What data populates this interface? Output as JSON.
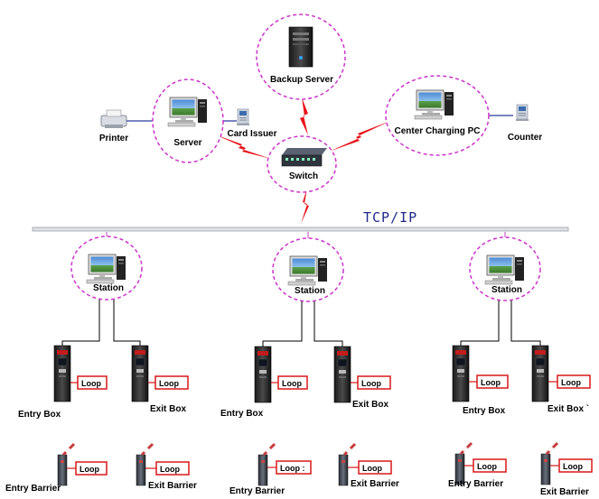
{
  "nodes": {
    "backup_server": "Backup Server",
    "server": "Server",
    "printer": "Printer",
    "card_issuer": "Card Issuer",
    "switch": "Switch",
    "center_pc": "Center Charging PC",
    "counter": "Counter"
  },
  "network_label": "TCP/IP",
  "stations": [
    {
      "label": "Station",
      "entry_box": "Entry Box",
      "exit_box": "Exit Box",
      "entry_barrier": "Entry Barrier",
      "exit_barrier": "Exit Barrier",
      "loops": [
        "Loop",
        "Loop",
        "Loop",
        "Loop"
      ]
    },
    {
      "label": "Station",
      "entry_box": "Entry Box",
      "exit_box": "Exit Box",
      "entry_barrier": "Entry Barrier",
      "exit_barrier": "Exit Barrier",
      "loops": [
        "Loop",
        "Loop",
        "Loop :",
        "Loop"
      ]
    },
    {
      "label": "Station",
      "entry_box": "Entry Box",
      "exit_box": "Exit Box `",
      "entry_barrier": "Entry Barrier",
      "exit_barrier": "Exit Barrier",
      "loops": [
        "Loop",
        "Loop",
        "Loop",
        "Loop"
      ]
    }
  ],
  "colors": {
    "ellipse_border": "#cc33cc",
    "lightning": "#e8141b",
    "link_line": "#2b3a9e",
    "bus_line": "#b0b4bc",
    "drop_line": "#e0a0e0",
    "loop_border": "#d81818"
  }
}
